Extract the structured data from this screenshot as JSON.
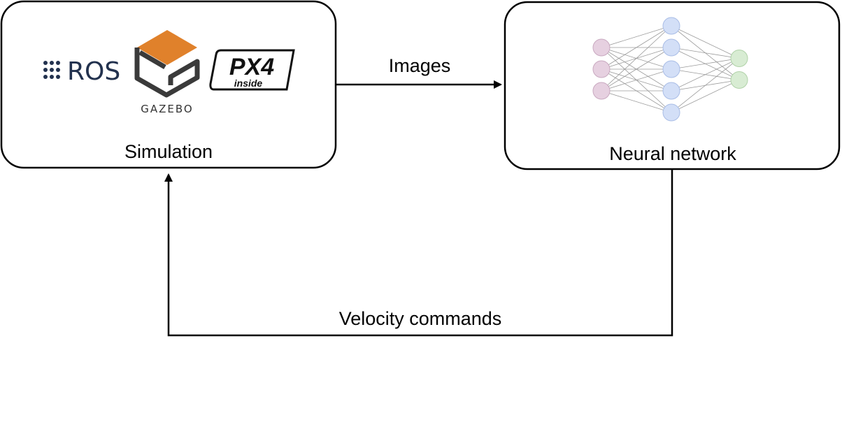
{
  "nodes": {
    "simulation": {
      "label": "Simulation"
    },
    "neural_network": {
      "label": "Neural network"
    }
  },
  "edges": {
    "images": {
      "label": "Images",
      "from": "simulation",
      "to": "neural_network"
    },
    "velocity": {
      "label": "Velocity commands",
      "from": "neural_network",
      "to": "simulation"
    }
  },
  "logos": {
    "ros": {
      "text": "ROS"
    },
    "gazebo": {
      "text": "GAZEBO"
    },
    "px4": {
      "text_main": "PX4",
      "text_sub": "inside"
    }
  },
  "network": {
    "layers": [
      3,
      5,
      2
    ],
    "colors": [
      "#e6d0e0",
      "#d3dff7",
      "#d8ecd3"
    ],
    "stroke_colors": [
      "#c9a9c0",
      "#a9bde6",
      "#b0d2a8"
    ]
  },
  "colors": {
    "gazebo_orange": "#e0812b",
    "gazebo_dark": "#3a3a3a",
    "ros_blue": "#22314e"
  }
}
